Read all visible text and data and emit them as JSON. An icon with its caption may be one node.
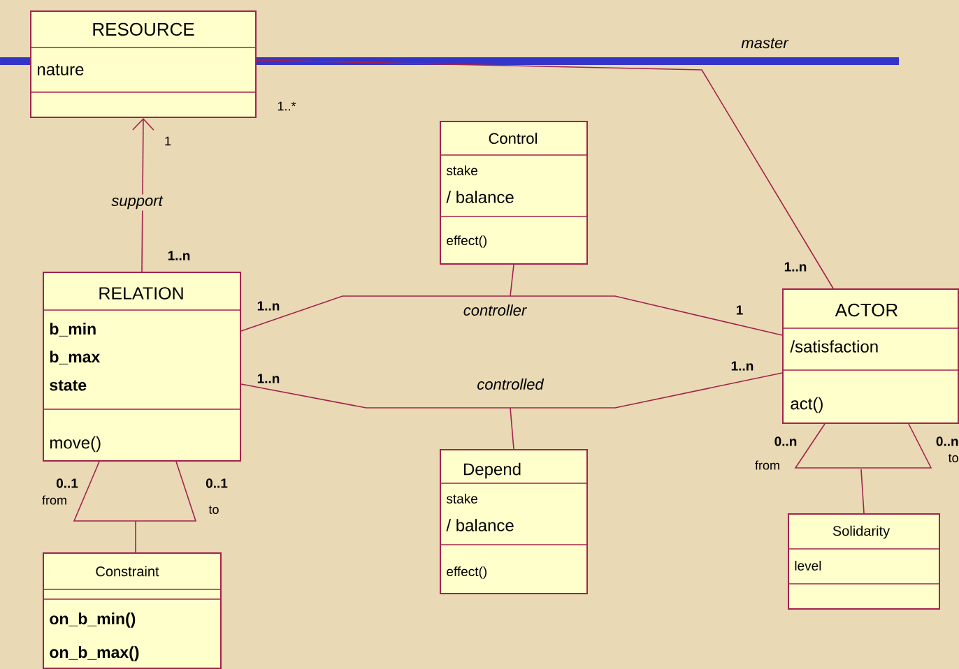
{
  "diagram": {
    "nodes": [
      {
        "text": [
          "RESOURCE",
          "nature"
        ]
      },
      {
        "text": [
          "Control",
          "stake",
          "/ balance",
          "effect()"
        ]
      },
      {
        "text": [
          "RELATION",
          "b_min",
          "b_max",
          "state",
          "move()"
        ]
      },
      {
        "text": [
          "ACTOR",
          "/satisfaction",
          "act()"
        ]
      },
      {
        "text": [
          "Depend",
          "stake",
          "/ balance",
          "effect()"
        ]
      },
      {
        "text": [
          "Constraint",
          "on_b_min()",
          "on_b_max()"
        ]
      },
      {
        "text": [
          "Solidarity",
          "level"
        ]
      }
    ],
    "edges": [
      {
        "from": 2,
        "to": 0,
        "arrow": "to",
        "label": "support"
      },
      {
        "from": 0,
        "to": 3,
        "arrow": "none",
        "label": "master"
      },
      {
        "from": 2,
        "to": 3,
        "arrow": "none",
        "label": "controller"
      },
      {
        "from": 2,
        "to": 3,
        "arrow": "none",
        "label": "controlled"
      },
      {
        "from": 1,
        "to": null,
        "arrow": "none"
      },
      {
        "from": 4,
        "to": null,
        "arrow": "none"
      },
      {
        "from": 2,
        "to": 2,
        "arrow": "none"
      },
      {
        "from": 5,
        "to": null,
        "arrow": "none"
      },
      {
        "from": 3,
        "to": 3,
        "arrow": "none"
      },
      {
        "from": 6,
        "to": null,
        "arrow": "none"
      }
    ],
    "labels": [
      "1..*",
      "1",
      "1..n",
      "1..n",
      "1..n",
      "1",
      "1..n",
      "1..n",
      "0..1",
      "0..1",
      "from",
      "to",
      "0..n",
      "0..n",
      "from",
      "to"
    ]
  }
}
